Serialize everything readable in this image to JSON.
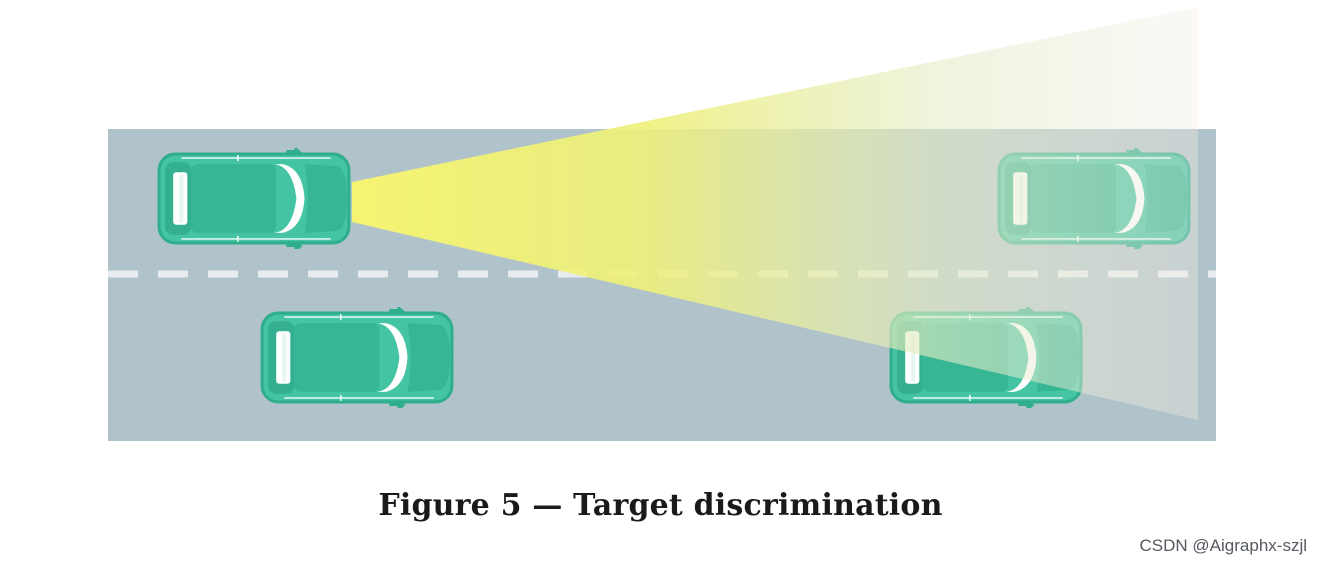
{
  "figure": {
    "caption": "Figure 5 — Target discrimination",
    "elements": {
      "road": "road",
      "lane_divider": "dashed lane marking",
      "ego_vehicle": "car-icon",
      "sensor_beam": "sensor-beam",
      "vehicles": [
        "car-icon",
        "car-icon",
        "car-icon",
        "car-icon"
      ]
    },
    "colors": {
      "road": "#b1c3ca",
      "car_body": "#3dbd9c",
      "car_dark": "#2a9c80",
      "car_window": "#ffffff",
      "lane_marking": "#e8ecee",
      "beam_near": "#f4f27a",
      "beam_far": "#f5efe9"
    }
  },
  "watermark": "CSDN @Aigraphx-szjl"
}
